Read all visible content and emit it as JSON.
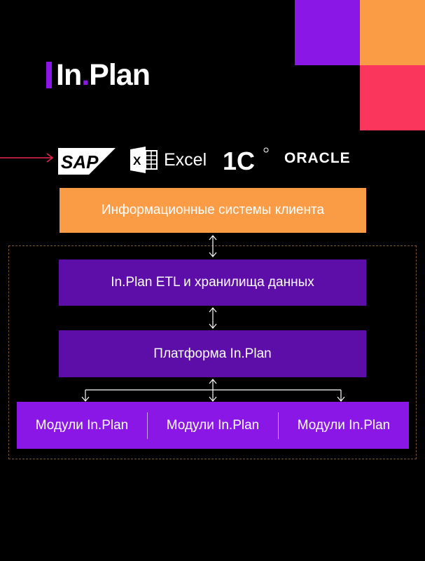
{
  "brand": {
    "name_main": "In",
    "name_dot": ".",
    "name_end": "Plan"
  },
  "sources": {
    "sap": "SAP",
    "excel": "Excel",
    "onec": "1С",
    "oracle": "ORACLE"
  },
  "boxes": {
    "client_systems": "Информационные системы клиента",
    "etl": "In.Plan ETL и хранилища данных",
    "platform": "Платформа In.Plan"
  },
  "modules": [
    "Модули In.Plan",
    "Модули In.Plan",
    "Модули In.Plan"
  ],
  "colors": {
    "purple": "#8a17e6",
    "dark_purple": "#5d0ea8",
    "orange": "#fa9b46",
    "pink": "#fb365d",
    "arrow_red": "#e8274f"
  }
}
